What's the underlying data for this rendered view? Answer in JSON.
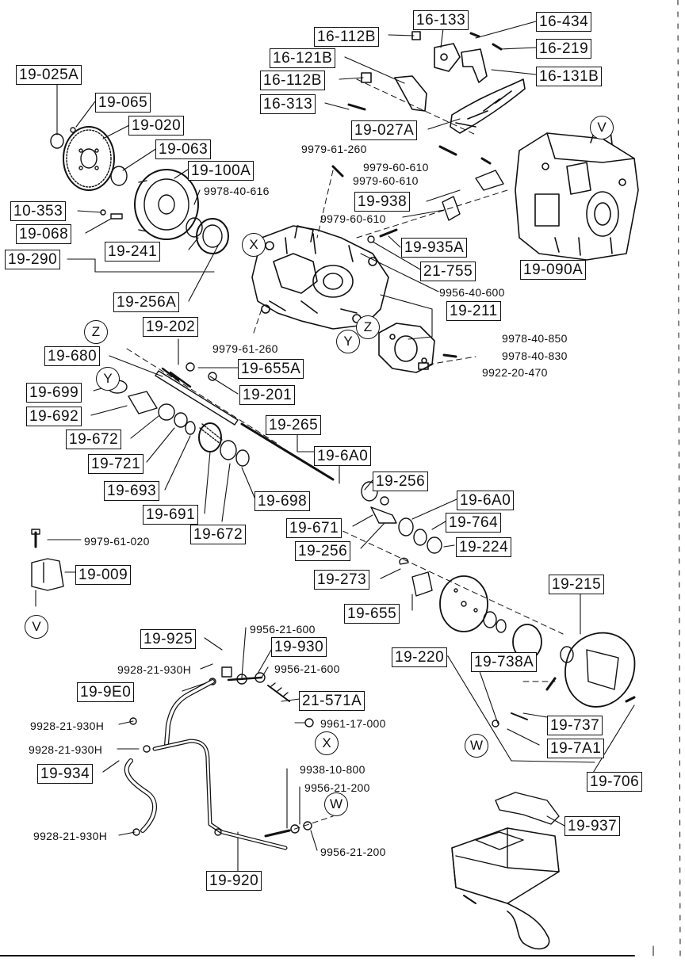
{
  "boxed_callouts": [
    {
      "id": "c-16-133",
      "text": "16-133"
    },
    {
      "id": "c-16-434",
      "text": "16-434"
    },
    {
      "id": "c-16-112b-a",
      "text": "16-112B"
    },
    {
      "id": "c-16-219",
      "text": "16-219"
    },
    {
      "id": "c-16-121b",
      "text": "16-121B"
    },
    {
      "id": "c-16-131b",
      "text": "16-131B"
    },
    {
      "id": "c-16-112b-b",
      "text": "16-112B"
    },
    {
      "id": "c-16-313",
      "text": "16-313"
    },
    {
      "id": "c-19-027a",
      "text": "19-027A"
    },
    {
      "id": "c-19-025a",
      "text": "19-025A"
    },
    {
      "id": "c-19-065",
      "text": "19-065"
    },
    {
      "id": "c-19-020",
      "text": "19-020"
    },
    {
      "id": "c-19-063",
      "text": "19-063"
    },
    {
      "id": "c-19-100a",
      "text": "19-100A"
    },
    {
      "id": "c-10-353",
      "text": "10-353"
    },
    {
      "id": "c-19-068",
      "text": "19-068"
    },
    {
      "id": "c-19-290",
      "text": "19-290"
    },
    {
      "id": "c-19-241",
      "text": "19-241"
    },
    {
      "id": "c-19-256a",
      "text": "19-256A"
    },
    {
      "id": "c-19-938",
      "text": "19-938"
    },
    {
      "id": "c-19-935a",
      "text": "19-935A"
    },
    {
      "id": "c-21-755",
      "text": "21-755"
    },
    {
      "id": "c-19-090a",
      "text": "19-090A"
    },
    {
      "id": "c-19-211",
      "text": "19-211"
    },
    {
      "id": "c-19-202",
      "text": "19-202"
    },
    {
      "id": "c-19-680",
      "text": "19-680"
    },
    {
      "id": "c-19-655a",
      "text": "19-655A"
    },
    {
      "id": "c-19-699",
      "text": "19-699"
    },
    {
      "id": "c-19-201",
      "text": "19-201"
    },
    {
      "id": "c-19-692",
      "text": "19-692"
    },
    {
      "id": "c-19-265",
      "text": "19-265"
    },
    {
      "id": "c-19-672-a",
      "text": "19-672"
    },
    {
      "id": "c-19-6a0-a",
      "text": "19-6A0"
    },
    {
      "id": "c-19-721",
      "text": "19-721"
    },
    {
      "id": "c-19-256-a",
      "text": "19-256"
    },
    {
      "id": "c-19-693",
      "text": "19-693"
    },
    {
      "id": "c-19-698",
      "text": "19-698"
    },
    {
      "id": "c-19-691",
      "text": "19-691"
    },
    {
      "id": "c-19-6a0-b",
      "text": "19-6A0"
    },
    {
      "id": "c-19-671",
      "text": "19-671"
    },
    {
      "id": "c-19-764",
      "text": "19-764"
    },
    {
      "id": "c-19-672-b",
      "text": "19-672"
    },
    {
      "id": "c-19-256-b",
      "text": "19-256"
    },
    {
      "id": "c-19-224",
      "text": "19-224"
    },
    {
      "id": "c-19-009",
      "text": "19-009"
    },
    {
      "id": "c-19-273",
      "text": "19-273"
    },
    {
      "id": "c-19-215",
      "text": "19-215"
    },
    {
      "id": "c-19-655",
      "text": "19-655"
    },
    {
      "id": "c-19-925",
      "text": "19-925"
    },
    {
      "id": "c-19-930",
      "text": "19-930"
    },
    {
      "id": "c-19-220",
      "text": "19-220"
    },
    {
      "id": "c-19-9e0",
      "text": "19-9E0"
    },
    {
      "id": "c-21-571a",
      "text": "21-571A"
    },
    {
      "id": "c-19-738a",
      "text": "19-738A"
    },
    {
      "id": "c-19-737",
      "text": "19-737"
    },
    {
      "id": "c-19-934",
      "text": "19-934"
    },
    {
      "id": "c-19-7a1",
      "text": "19-7A1"
    },
    {
      "id": "c-19-706",
      "text": "19-706"
    },
    {
      "id": "c-19-937",
      "text": "19-937"
    },
    {
      "id": "c-19-920",
      "text": "19-920"
    }
  ],
  "plain_callouts": [
    {
      "id": "p-9979-61-260-a",
      "text": "9979-61-260"
    },
    {
      "id": "p-9979-60-610-a",
      "text": "9979-60-610"
    },
    {
      "id": "p-9979-60-610-b",
      "text": "9979-60-610"
    },
    {
      "id": "p-9978-40-616",
      "text": "9978-40-616"
    },
    {
      "id": "p-9979-60-610-c",
      "text": "9979-60-610"
    },
    {
      "id": "p-9956-40-600",
      "text": "9956-40-600"
    },
    {
      "id": "p-9979-61-260-b",
      "text": "9979-61-260"
    },
    {
      "id": "p-9978-40-850",
      "text": "9978-40-850"
    },
    {
      "id": "p-9978-40-830",
      "text": "9978-40-830"
    },
    {
      "id": "p-9922-20-470",
      "text": "9922-20-470"
    },
    {
      "id": "p-9979-61-020",
      "text": "9979-61-020"
    },
    {
      "id": "p-9956-21-600-a",
      "text": "9956-21-600"
    },
    {
      "id": "p-9956-21-600-b",
      "text": "9956-21-600"
    },
    {
      "id": "p-9928-21-930h-a",
      "text": "9928-21-930H"
    },
    {
      "id": "p-9961-17-000",
      "text": "9961-17-000"
    },
    {
      "id": "p-9928-21-930h-b",
      "text": "9928-21-930H"
    },
    {
      "id": "p-9928-21-930h-c",
      "text": "9928-21-930H"
    },
    {
      "id": "p-9938-10-800",
      "text": "9938-10-800"
    },
    {
      "id": "p-9956-21-200-a",
      "text": "9956-21-200"
    },
    {
      "id": "p-9928-21-930h-d",
      "text": "9928-21-930H"
    },
    {
      "id": "p-9956-21-200-b",
      "text": "9956-21-200"
    }
  ],
  "reference_markers": [
    {
      "id": "m-v-top",
      "text": "V"
    },
    {
      "id": "m-x-top",
      "text": "X"
    },
    {
      "id": "m-z-case",
      "text": "Z"
    },
    {
      "id": "m-y-case",
      "text": "Y"
    },
    {
      "id": "m-z-shaft",
      "text": "Z"
    },
    {
      "id": "m-y-seal",
      "text": "Y"
    },
    {
      "id": "m-v-bottom",
      "text": "V"
    },
    {
      "id": "m-x-bottom",
      "text": "X"
    },
    {
      "id": "m-w-left",
      "text": "W"
    },
    {
      "id": "m-w-right",
      "text": "W"
    }
  ]
}
